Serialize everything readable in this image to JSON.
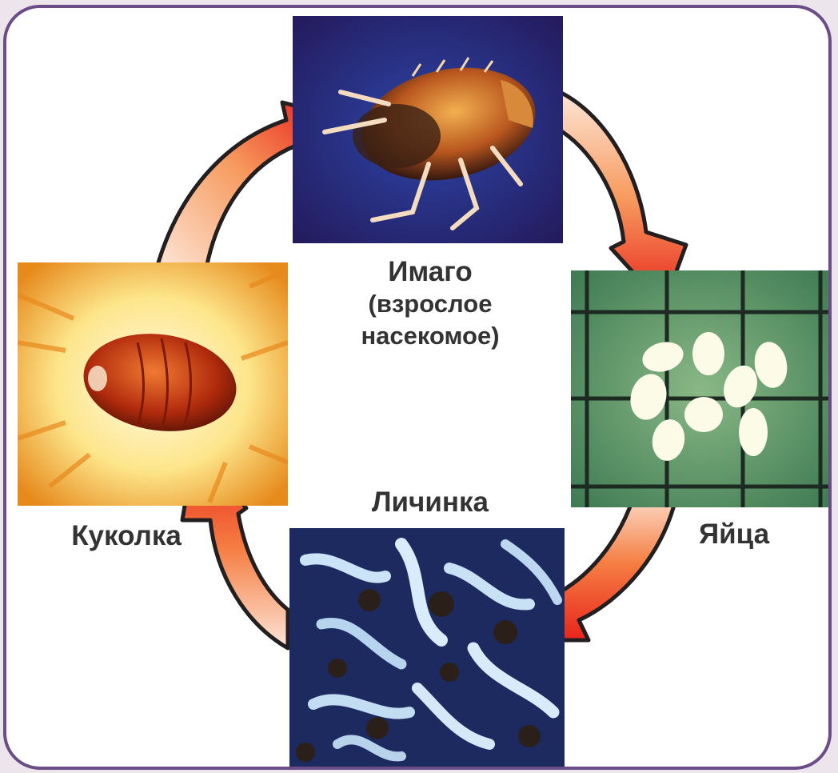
{
  "diagram": {
    "stages": {
      "adult": {
        "title": "Имаго",
        "subtitle_line1": "(взрослое",
        "subtitle_line2": "насекомое)"
      },
      "eggs": {
        "title": "Яйца"
      },
      "larva": {
        "title": "Личинка"
      },
      "pupa": {
        "title": "Куколка"
      }
    },
    "cycle_order": [
      "Имаго",
      "Яйца",
      "Личинка",
      "Куколка"
    ],
    "colors": {
      "frame": "#6a4c86",
      "arrow_start": "#fde6d8",
      "arrow_end": "#e8241c",
      "arrow_outline": "#231f20",
      "text": "#333333"
    }
  }
}
